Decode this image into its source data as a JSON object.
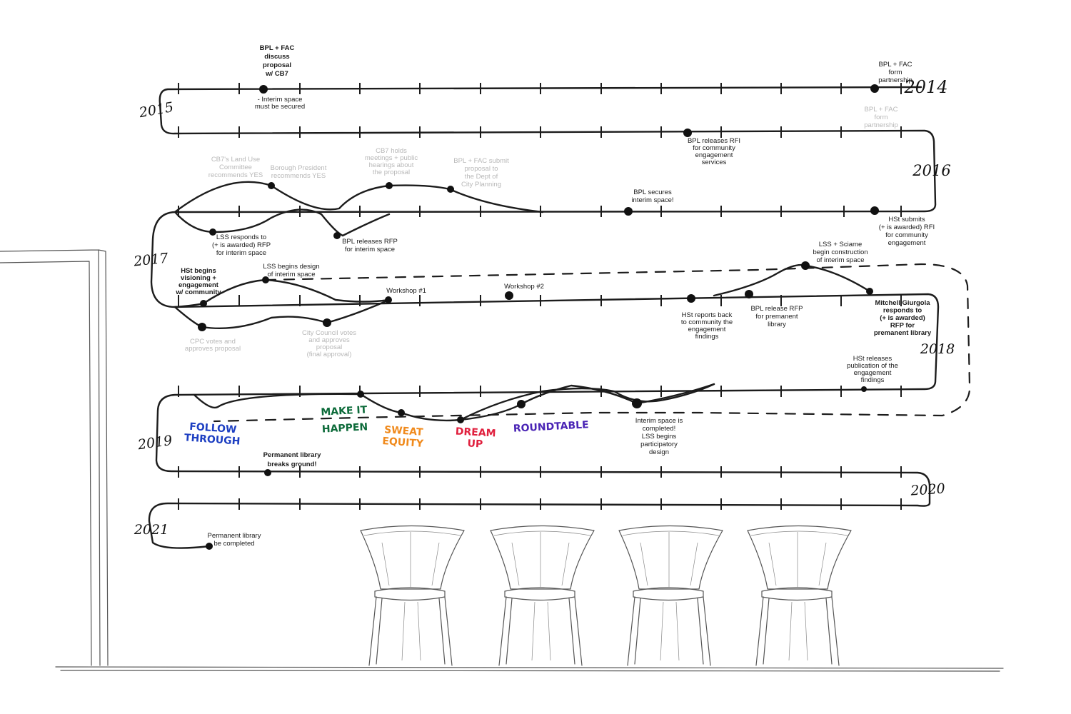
{
  "years": {
    "y2014": "2014",
    "y2015": "2015",
    "y2016": "2016",
    "y2017": "2017",
    "y2018": "2018",
    "y2019": "2019",
    "y2020": "2020",
    "y2021": "2021"
  },
  "milestones": {
    "bpl_fac_discuss": [
      "BPL + FAC",
      "discuss",
      "proposal",
      "w/ CB7"
    ],
    "interim_note": [
      "- Interim space",
      "must be secured"
    ],
    "bpl_fac_partnership": [
      "BPL + FAC",
      "form",
      "partnership"
    ],
    "bpl_fac_partnership_ghost": [
      "BPL + FAC",
      "form",
      "partnership"
    ],
    "bpl_rfi": [
      "BPL releases RFI",
      "for community",
      "engagement",
      "services"
    ],
    "hst_submits": [
      "HSt submits",
      "(+ is awarded) RFI",
      "for community",
      "engagement"
    ],
    "bpl_secures": [
      "BPL secures",
      "interim space!"
    ],
    "cb7_land_use": [
      "CB7's Land Use",
      "Committee",
      "recommends YES"
    ],
    "borough_president": [
      "Borough President",
      "recommends YES"
    ],
    "cb7_meetings": [
      "CB7 holds",
      "meetings + public",
      "hearings about",
      "the proposal"
    ],
    "bpl_fac_submit": [
      "BPL + FAC submit",
      "proposal  to",
      "the Dept of",
      "City Planning"
    ],
    "lss_responds": [
      "LSS responds to",
      "(+ is awarded) RFP",
      "for interim space"
    ],
    "bpl_rfp_interim": [
      "BPL releases RFP",
      "for interim space"
    ],
    "lss_sciame": [
      "LSS + Sciame",
      "begin construction",
      "of interim space"
    ],
    "hst_visioning": [
      "HSt begins",
      "visioning +",
      "engagement",
      "w/ community"
    ],
    "lss_design_interim": [
      "LSS begins design",
      "of interim space"
    ],
    "workshop1": [
      "Workshop #1"
    ],
    "workshop2": [
      "Workshop #2"
    ],
    "hst_reports": [
      "HSt reports back",
      "to community the",
      "engagement",
      "findings"
    ],
    "bpl_rfp_permanent": [
      "BPL release RFP",
      "for premanent",
      "library"
    ],
    "mitchell_giurgola": [
      "Mitchell Giurgola",
      "responds to",
      "(+ is awarded)",
      "RFP for",
      "premanent library"
    ],
    "cpc_votes": [
      "CPC votes and",
      "approves proposal"
    ],
    "city_council": [
      "City Council votes",
      "and approves",
      "proposal",
      "(final approval)"
    ],
    "hst_publication": [
      "HSt releases",
      "publication of the",
      "engagement",
      "findings"
    ],
    "interim_completed": [
      "Interim space is",
      "completed!",
      "LSS begins",
      "participatory",
      "design"
    ],
    "permanent_breaks": [
      "Permanent library",
      "breaks ground!"
    ],
    "permanent_completed": [
      "Permanent library",
      "be completed"
    ]
  },
  "values": {
    "follow_through": [
      "FOLLOW",
      "THROUGH"
    ],
    "make_it_happen": [
      "MAKE IT",
      "HAPPEN"
    ],
    "sweat_equity": [
      "SWEAT",
      "EQUITY"
    ],
    "dream_up": [
      "DREAM",
      "UP"
    ],
    "roundtable": [
      "ROUNDTABLE"
    ]
  },
  "colors": {
    "follow_through": "#1d3fc2",
    "make_it_happen": "#0d6b3a",
    "sweat_equity": "#f08a1c",
    "dream_up": "#e01f3d",
    "roundtable": "#4a24b5",
    "ink": "#1c1c1c",
    "faint": "#b8b8b8"
  }
}
